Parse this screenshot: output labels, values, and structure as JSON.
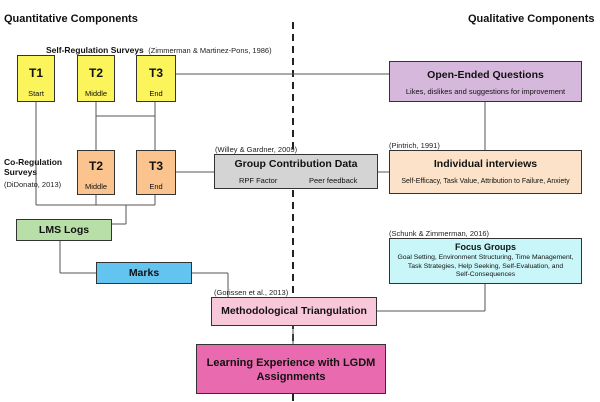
{
  "headers": {
    "quantitative": "Quantitative Components",
    "qualitative": "Qualitative Components"
  },
  "self_regulation": {
    "title": "Self-Regulation Surveys",
    "citation": "(Zimmerman & Martinez-Pons, 1986)",
    "boxes": [
      {
        "label": "T1",
        "sub": "Start"
      },
      {
        "label": "T2",
        "sub": "Middle"
      },
      {
        "label": "T3",
        "sub": "End"
      }
    ]
  },
  "co_regulation": {
    "title_line1": "Co-Regulation",
    "title_line2": "Surveys",
    "citation": "(DiDonato, 2013)",
    "boxes": [
      {
        "label": "T2",
        "sub": "Middle"
      },
      {
        "label": "T3",
        "sub": "End"
      }
    ]
  },
  "group_contribution": {
    "citation": "(Willey & Gardner, 2009)",
    "title": "Group Contribution Data",
    "left_sub": "RPF Factor",
    "right_sub": "Peer feedback"
  },
  "lms_logs": {
    "title": "LMS Logs"
  },
  "marks": {
    "title": "Marks"
  },
  "triangulation": {
    "citation": "(Gorissen et al., 2013)",
    "title": "Methodological Triangulation"
  },
  "learning_experience": {
    "line1": "Learning Experience with LGDM",
    "line2": "Assignments"
  },
  "open_ended": {
    "title": "Open-Ended Questions",
    "sub": "Likes, dislikes and suggestions for improvement"
  },
  "interviews": {
    "citation": "(Pintrich, 1991)",
    "title": "Individual interviews",
    "sub": "Self-Efficacy, Task Value, Attribution to Failure, Anxiety"
  },
  "focus_groups": {
    "citation": "(Schunk & Zimmerman, 2016)",
    "title": "Focus Groups",
    "line1": "Goal Setting, Environment Structuring, Time Management,",
    "line2": "Task Strategies, Help Seeking, Self-Evaluation, and",
    "line3": "Self-Consequences"
  },
  "colors": {
    "yellow": "#fbf45a",
    "orange": "#fbc48e",
    "green": "#b9dfa8",
    "blue": "#63c4ef",
    "gray": "#d4d4d4",
    "pink": "#f8c7d9",
    "magenta": "#ea6ab0",
    "purple": "#d7b8dd",
    "peach": "#fbe2c8",
    "cyan": "#c9f6f8"
  }
}
